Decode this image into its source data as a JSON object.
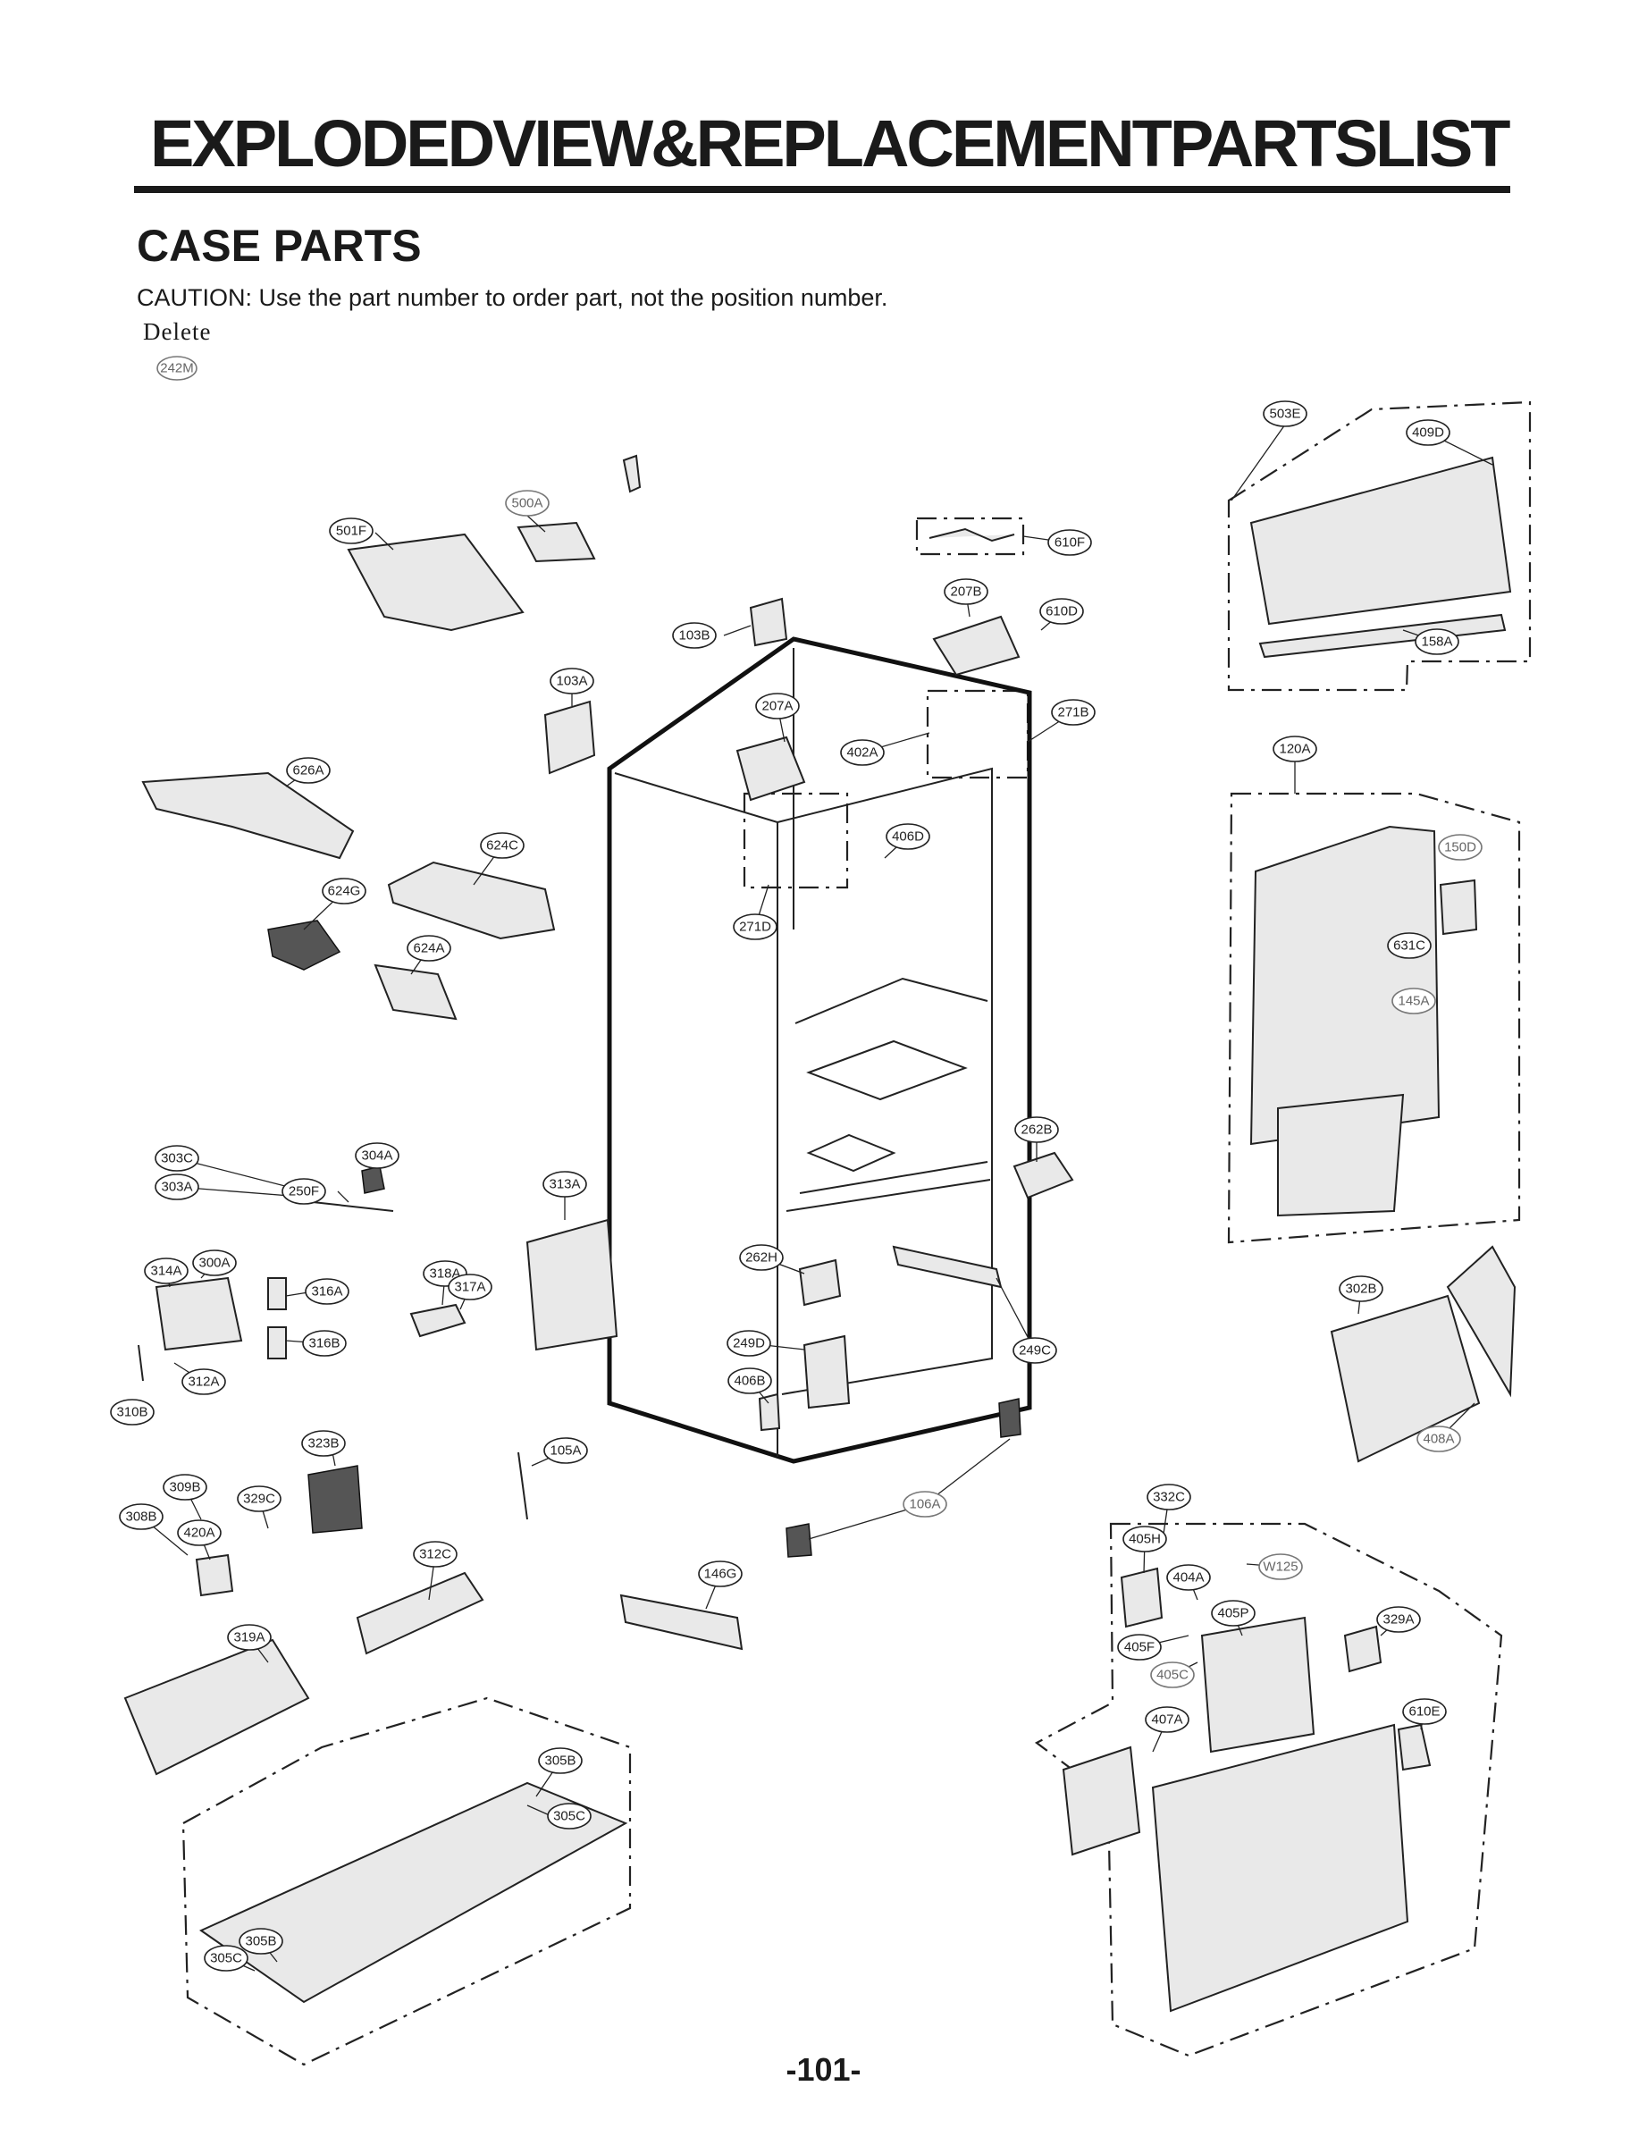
{
  "header": {
    "title": "EXPLODEDVIEW&REPLACEMENTPARTSLIST",
    "section": "CASE PARTS",
    "caution": "CAUTION: Use the part number to order part, not the position number.",
    "delete_note": "Delete",
    "deleted_callout": "242M"
  },
  "callouts": [
    "503E",
    "409D",
    "158A",
    "610F",
    "500A",
    "501F",
    "207B",
    "610D",
    "103B",
    "103A",
    "207A",
    "271B",
    "402A",
    "120A",
    "626A",
    "624C",
    "406D",
    "150D",
    "624G",
    "271D",
    "631C",
    "624A",
    "145A",
    "262B",
    "303C",
    "304A",
    "303A",
    "250F",
    "313A",
    "314A",
    "300A",
    "318A",
    "317A",
    "316A",
    "262H",
    "302B",
    "316B",
    "249D",
    "249C",
    "312A",
    "406B",
    "310B",
    "408A",
    "323B",
    "105A",
    "309B",
    "329C",
    "106A",
    "332C",
    "308B",
    "420A",
    "405H",
    "312C",
    "W125",
    "146G",
    "404A",
    "329A",
    "405P",
    "319A",
    "405F",
    "405C",
    "610E",
    "407A",
    "305B",
    "305C",
    "305B",
    "305C"
  ],
  "page_number": "-101-"
}
